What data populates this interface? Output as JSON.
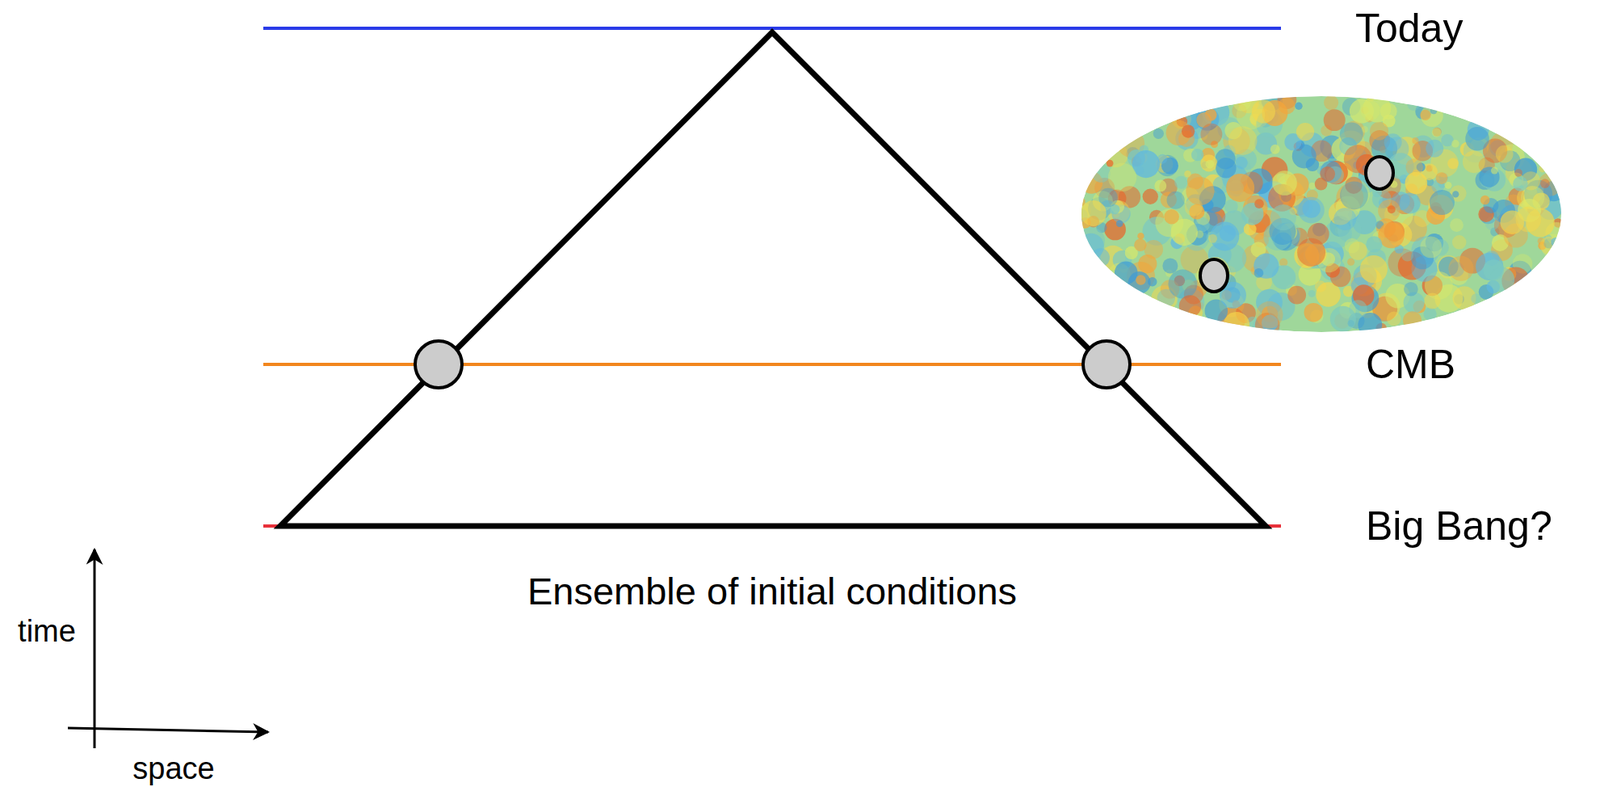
{
  "diagram": {
    "labels": [
      "Today",
      "CMB",
      "Big Bang?",
      "Ensemble of initial conditions",
      "time",
      "space"
    ]
  }
}
